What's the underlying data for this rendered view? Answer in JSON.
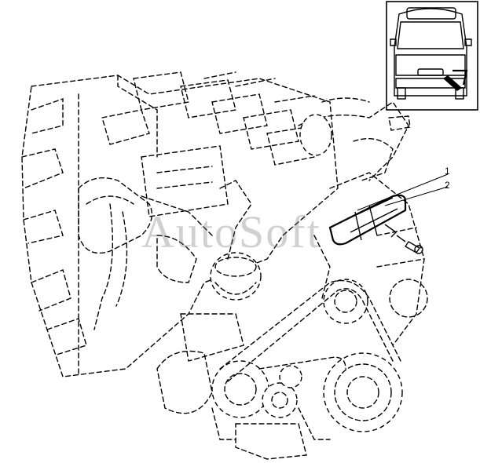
{
  "callouts": {
    "one": "1",
    "two": "2"
  },
  "watermark": "AutoSoft",
  "colors": {
    "line": "#000000",
    "background": "#ffffff",
    "watermark": "#787878"
  }
}
